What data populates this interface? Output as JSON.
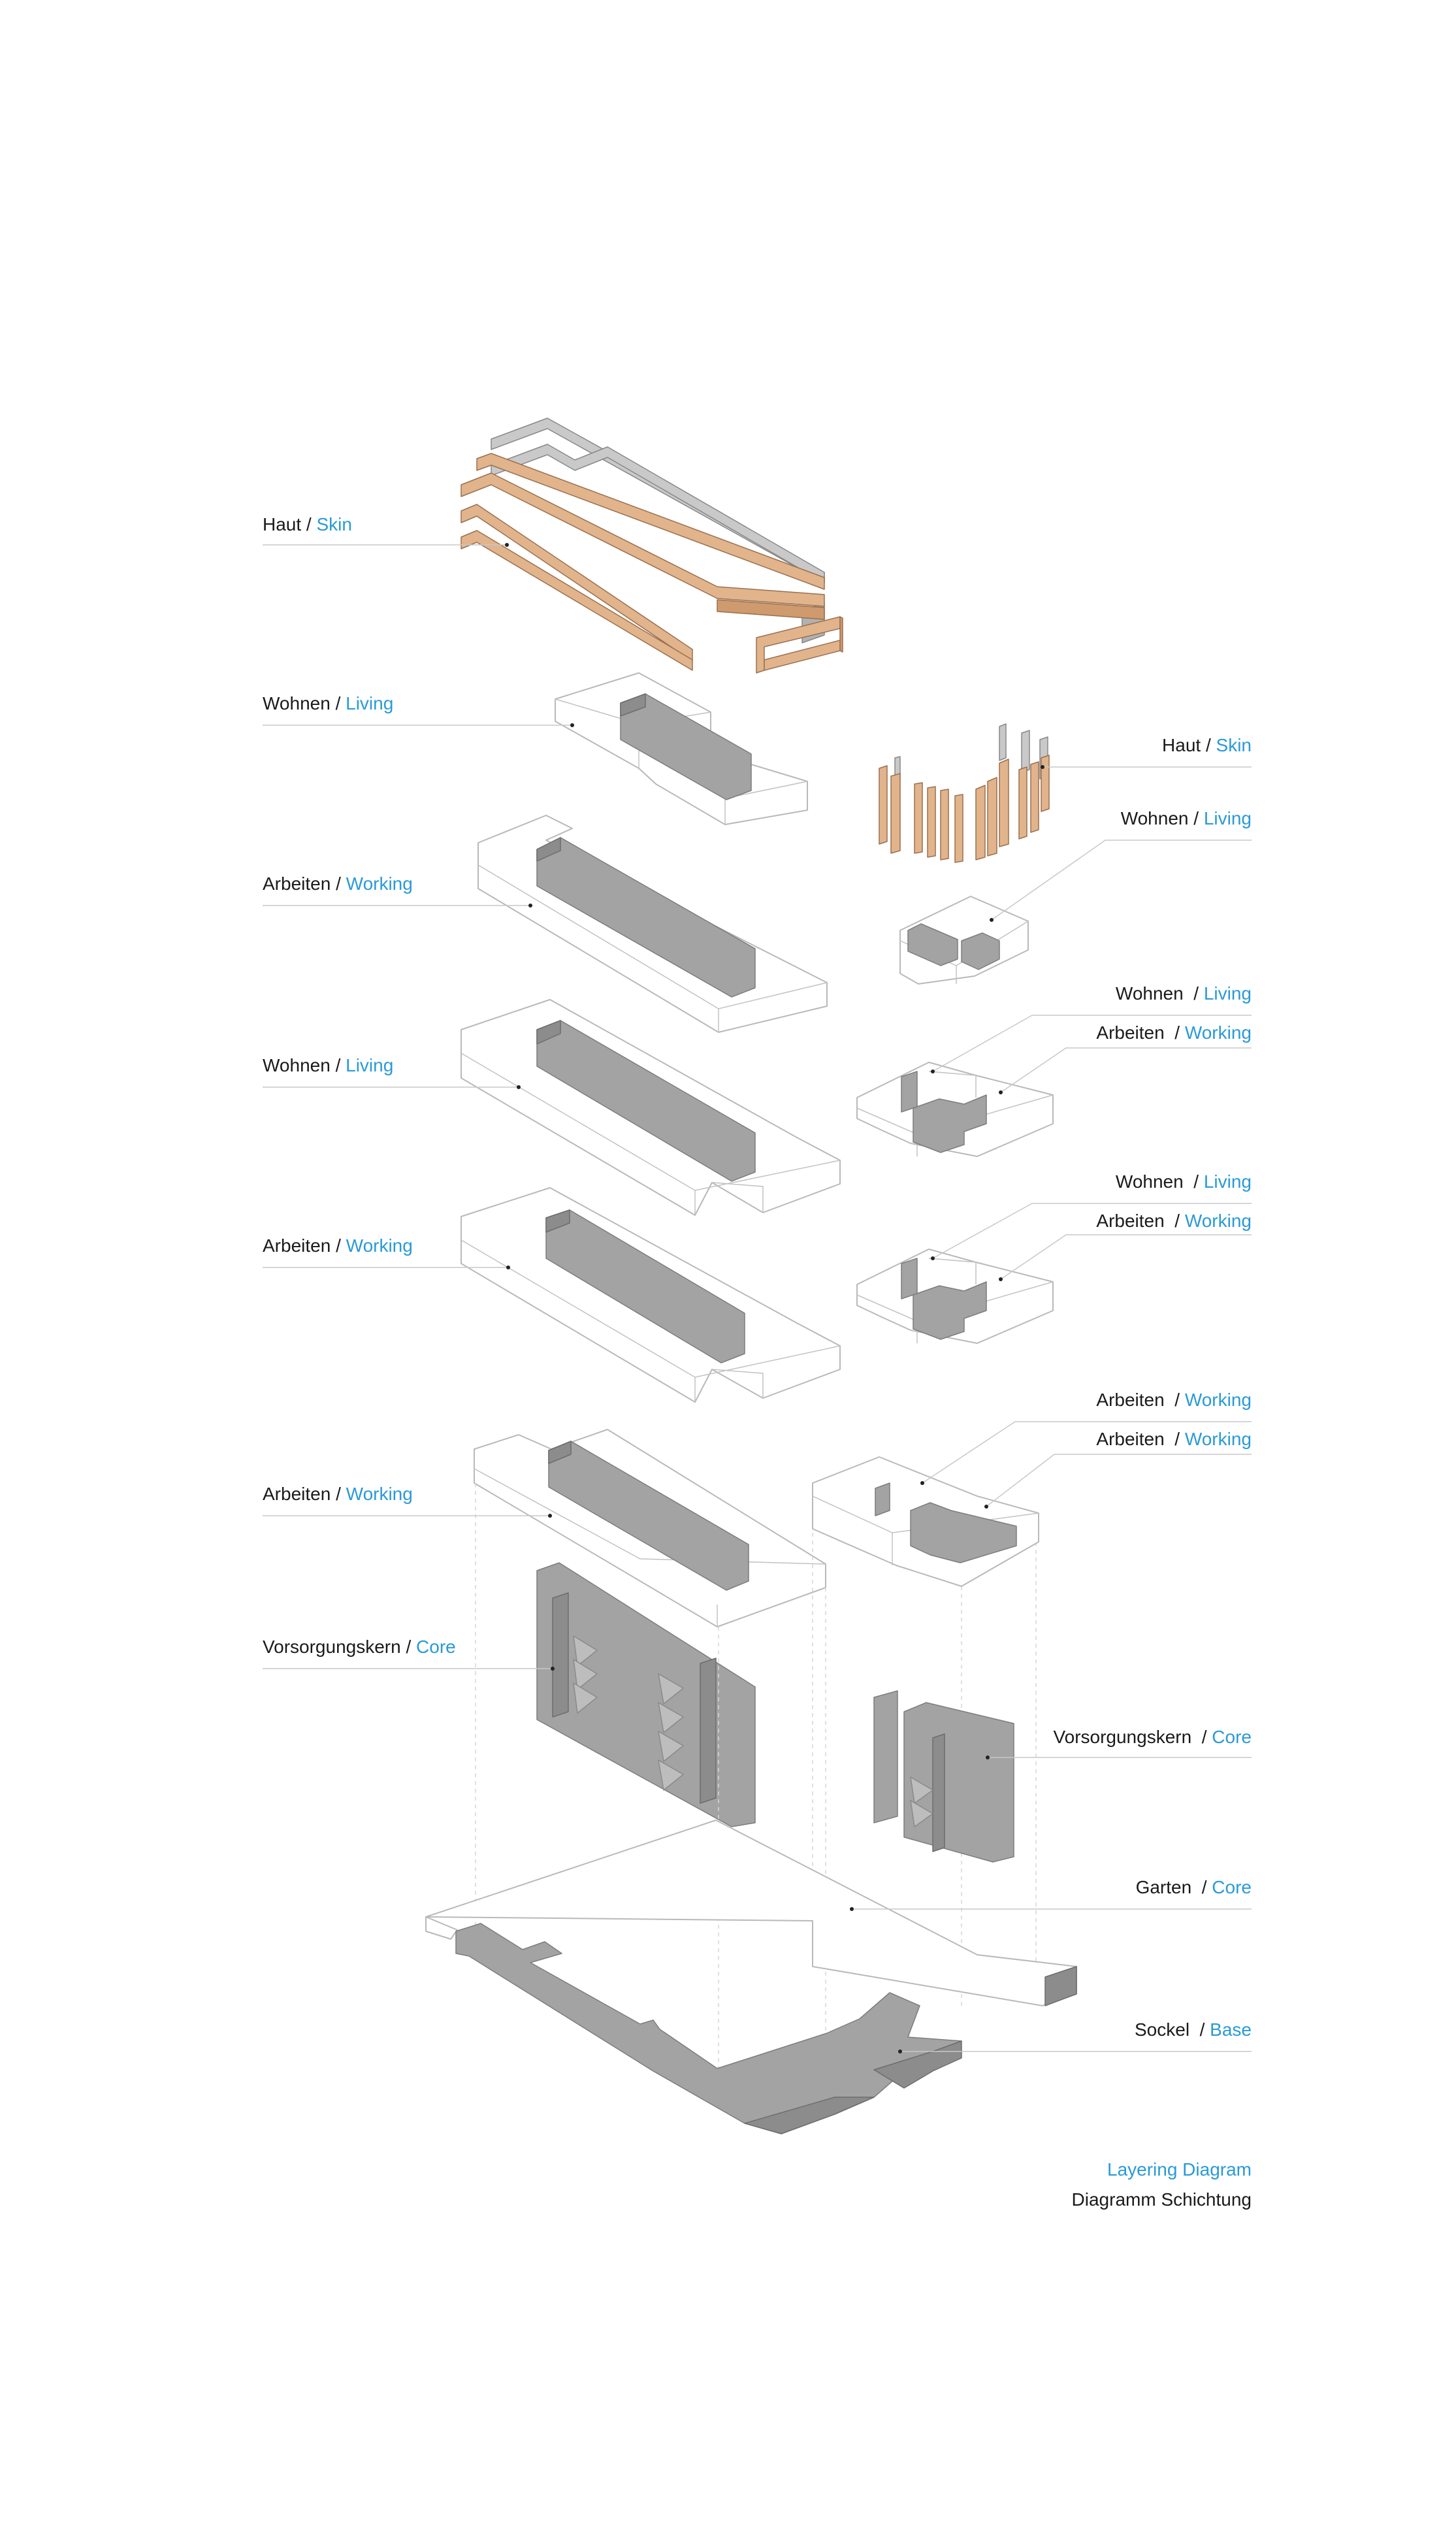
{
  "labels": {
    "skin_left": {
      "de": "Haut",
      "sep": " / ",
      "en": "Skin"
    },
    "living_1": {
      "de": "Wohnen",
      "sep": " / ",
      "en": "Living"
    },
    "working_1": {
      "de": "Arbeiten",
      "sep": " / ",
      "en": "Working"
    },
    "living_2": {
      "de": "Wohnen",
      "sep": " / ",
      "en": "Living"
    },
    "working_2": {
      "de": "Arbeiten",
      "sep": " / ",
      "en": "Working"
    },
    "working_3": {
      "de": "Arbeiten",
      "sep": " / ",
      "en": "Working"
    },
    "core_left": {
      "de": "Vorsorgungskern",
      "sep": " / ",
      "en": "Core"
    },
    "skin_right": {
      "de": "Haut",
      "sep": " / ",
      "en": "Skin"
    },
    "living_r1": {
      "de": "Wohnen",
      "sep": " / ",
      "en": "Living"
    },
    "living_r2": {
      "de": "Wohnen",
      "sep": "  / ",
      "en": "Living"
    },
    "working_r1": {
      "de": "Arbeiten",
      "sep": "  / ",
      "en": "Working"
    },
    "living_r3": {
      "de": "Wohnen",
      "sep": "  / ",
      "en": "Living"
    },
    "working_r2": {
      "de": "Arbeiten",
      "sep": "  / ",
      "en": "Working"
    },
    "working_r3": {
      "de": "Arbeiten",
      "sep": "  / ",
      "en": "Working"
    },
    "working_r4": {
      "de": "Arbeiten",
      "sep": "  / ",
      "en": "Working"
    },
    "core_right": {
      "de": "Vorsorgungskern",
      "sep": "  / ",
      "en": "Core"
    },
    "garden": {
      "de": "Garten",
      "sep": "  / ",
      "en": "Core"
    },
    "base": {
      "de": "Sockel",
      "sep": "  / ",
      "en": "Base"
    }
  },
  "caption": {
    "line1": "Layering Diagram",
    "line2": "Diagramm Schichtung"
  },
  "colors": {
    "accent": "#2a9ad8",
    "text": "#1a1a1a",
    "core_gray": "#a3a3a3",
    "skin_copper": "#e2b48c",
    "outline": "#b9b9b9"
  }
}
